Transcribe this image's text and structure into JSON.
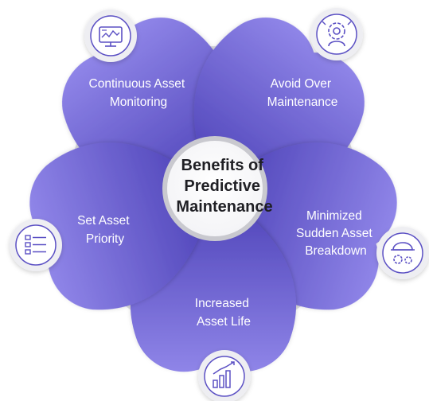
{
  "center": {
    "lines": [
      "Benefits of",
      "Predictive",
      "Maintenance"
    ]
  },
  "petals": [
    {
      "id": "continuous-asset-monitoring",
      "lines": [
        "Continuous Asset",
        "Monitoring"
      ],
      "icon": "monitor-dashboard-icon"
    },
    {
      "id": "avoid-over-maintenance",
      "lines": [
        "Avoid Over",
        "Maintenance"
      ],
      "icon": "gear-person-icon"
    },
    {
      "id": "minimized-sudden-asset-breakdown",
      "lines": [
        "Minimized",
        "Sudden Asset",
        "Breakdown"
      ],
      "icon": "hardhat-gears-icon"
    },
    {
      "id": "increased-asset-life",
      "lines": [
        "Increased",
        "Asset Life"
      ],
      "icon": "growth-chart-icon"
    },
    {
      "id": "set-asset-priority",
      "lines": [
        "Set Asset",
        "Priority"
      ],
      "icon": "checklist-icon"
    }
  ],
  "colors": {
    "petal_top": "#8f85e8",
    "petal_bottom": "#4a3fb5",
    "ring": "#d8d8dc",
    "icon_stroke": "#5b50c4"
  }
}
